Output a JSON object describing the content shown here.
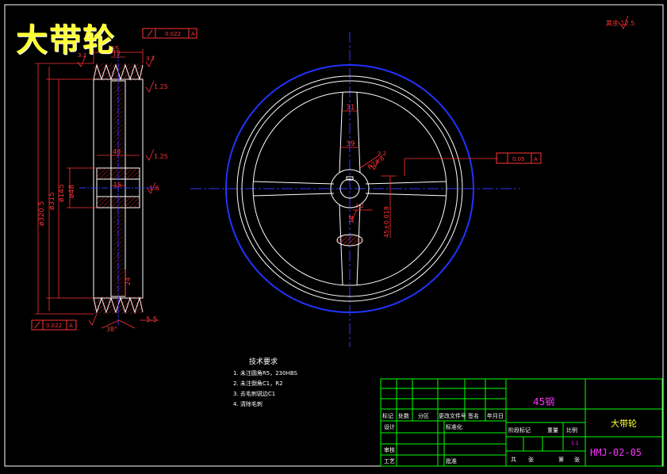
{
  "drawing": {
    "title": "大带轮",
    "material": "45钢",
    "part_name": "大带轮",
    "drawing_code": "HMJ-02-05",
    "scale": "1:1",
    "colors": {
      "background": "#000000",
      "outline": "#ffffff",
      "dimension": "#ff3333",
      "centerline": "#3333ff",
      "rim": "#2233ff",
      "titleblock": "#00ff00",
      "hatch": "#ff3333"
    }
  },
  "side_view": {
    "dimensions": [
      "ø320.5",
      "ø315",
      "ø145",
      "ø48",
      "65",
      "49",
      "15",
      "12",
      "24",
      "5.5"
    ],
    "roughness": [
      "3.2",
      "1.25",
      "1.25",
      "3.2",
      "1.6"
    ],
    "angle": "38°",
    "tolerance_frame": [
      "0.022",
      "A"
    ],
    "tolerance_frame_bottom": [
      "0.022",
      "A"
    ]
  },
  "front_view": {
    "dimensions": [
      "31",
      "39",
      "R24.8",
      "45±0.018",
      "14"
    ],
    "roughness": [
      "3.2",
      "3.2"
    ],
    "tolerance_frame": [
      "0.05",
      "A"
    ]
  },
  "top_right_roughness": "其余 12.5",
  "tech_requirements": {
    "title": "技术要求",
    "items": [
      "1. 未注圆角R5，230HBS",
      "2. 未注倒角C1，R2",
      "3. 去毛刺锐边C1",
      "4. 清除毛刺"
    ]
  },
  "title_block": {
    "header_row": [
      "标记",
      "处数",
      "分区",
      "更改文件号",
      "签名",
      "年月日"
    ],
    "design": "设计",
    "standardize": "标准化",
    "review": "审核",
    "process": "工艺",
    "approve": "批准",
    "stage_row": [
      "阶段标记",
      "重量",
      "比例"
    ],
    "sheet_row": [
      "共",
      "张",
      "第",
      "张"
    ]
  }
}
